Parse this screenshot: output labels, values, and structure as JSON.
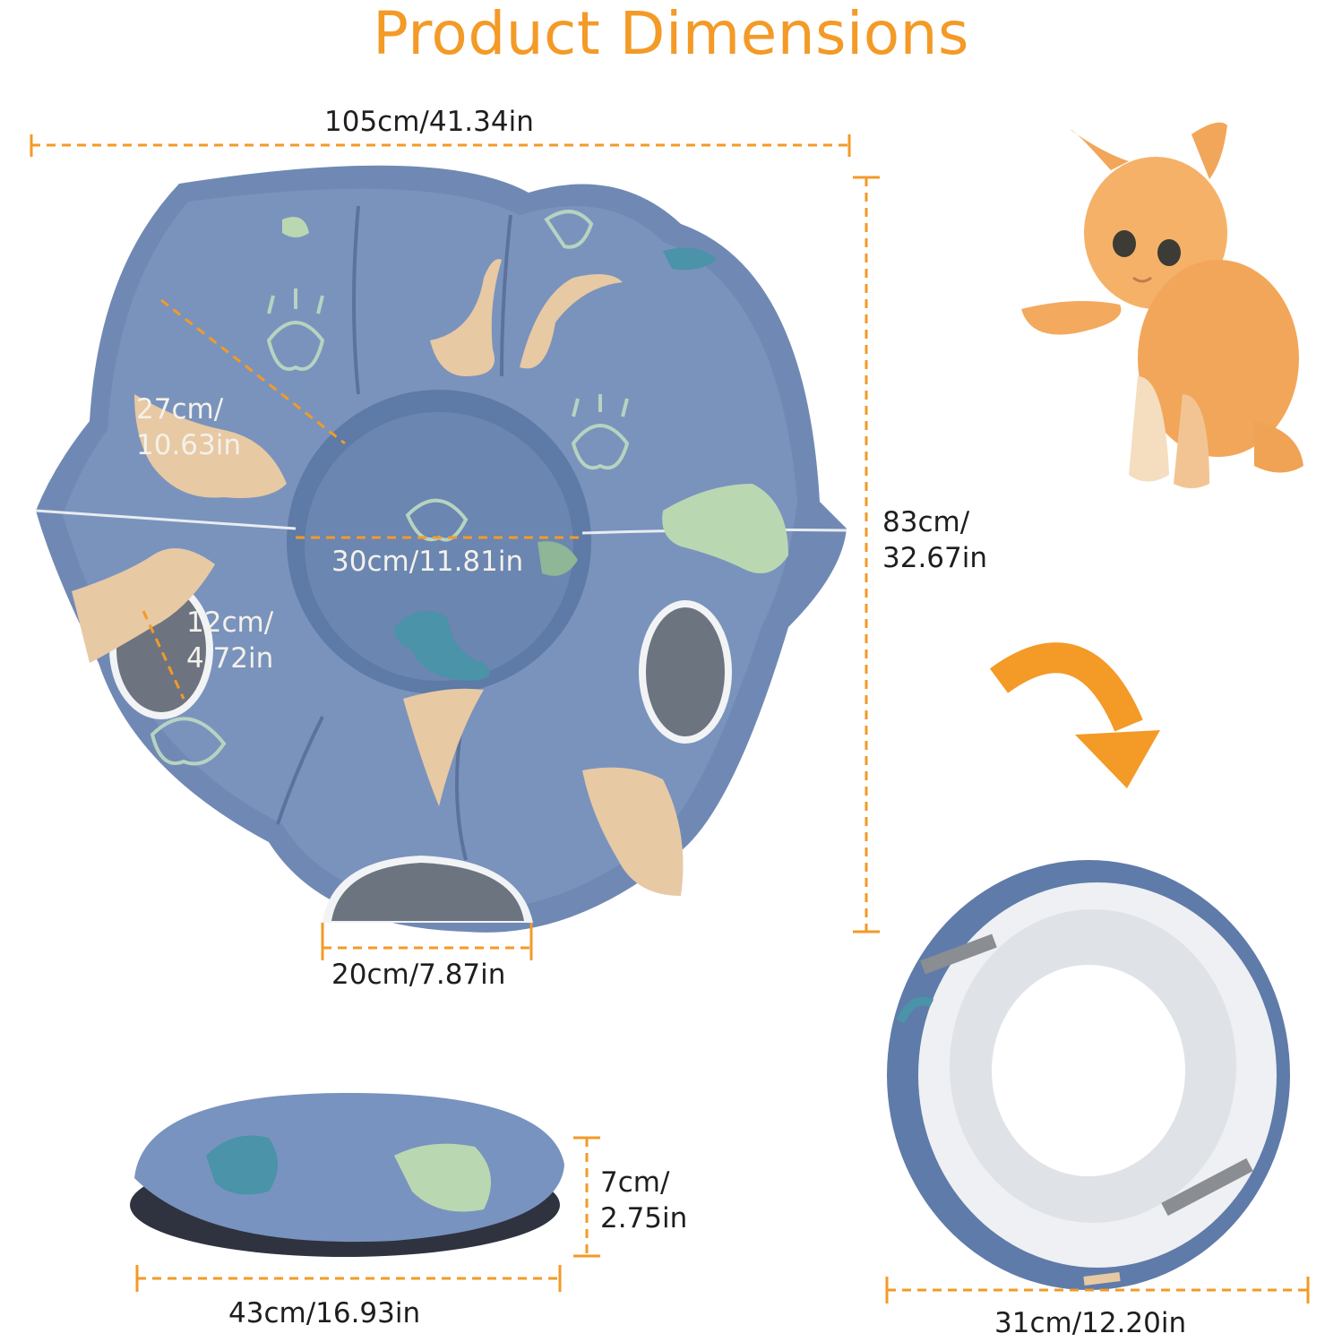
{
  "title": "Product Dimensions",
  "colors": {
    "accent": "#f39a27",
    "felt_blue": "#6f88b4",
    "felt_dark": "#4f6690",
    "dino_tan": "#e7c9a4",
    "dino_green": "#b9d8b2",
    "dino_teal": "#4a93a8",
    "lining": "#e9ecef",
    "kitten": "#f2a65a"
  },
  "dimensions": {
    "total_width": "105cm/41.34in",
    "total_height_line1": "83cm/",
    "total_height_line2": "32.67in",
    "tube_diameter_line1": "27cm/",
    "tube_diameter_line2": "10.63in",
    "inner_opening": "30cm/11.81in",
    "hole_line1": "12cm/",
    "hole_line2": "4.72in",
    "bottom_opening": "20cm/7.87in",
    "cushion_width": "43cm/16.93in",
    "cushion_height_line1": "7cm/",
    "cushion_height_line2": "2.75in",
    "folded_width": "31cm/12.20in"
  }
}
